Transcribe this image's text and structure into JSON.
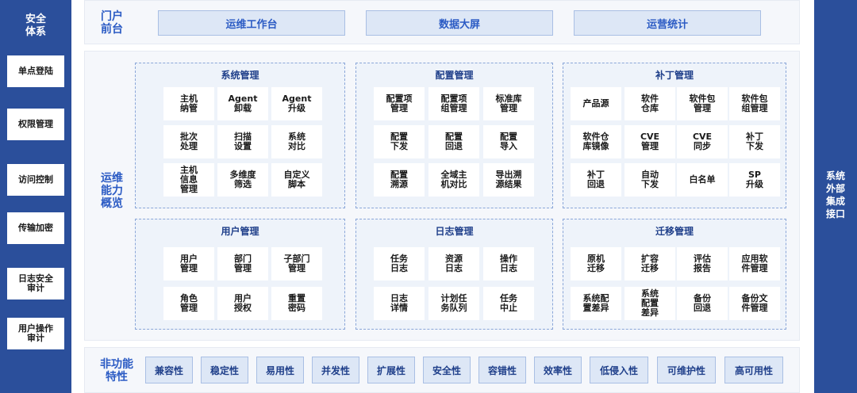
{
  "left": {
    "title": "安全\n体系",
    "items": [
      "单点登陆",
      "权限管理",
      "访问控制",
      "传输加密",
      "日志安全\n审计",
      "用户操作\n审计"
    ]
  },
  "right": {
    "title": "系统\n外部\n集成\n接口"
  },
  "portal": {
    "label": "门户\n前台",
    "buttons": [
      "运维工作台",
      "数据大屏",
      "运营统计"
    ]
  },
  "ops": {
    "label": "运维\n能力\n概览",
    "modules": [
      {
        "title": "系统管理",
        "cells": [
          "主机\n纳管",
          "Agent\n卸载",
          "Agent\n升级",
          "批次\n处理",
          "扫描\n设置",
          "系统\n对比",
          "主机\n信息\n管理",
          "多维度\n筛选",
          "自定义\n脚本"
        ]
      },
      {
        "title": "配置管理",
        "cells": [
          "配置项\n管理",
          "配置项\n组管理",
          "标准库\n管理",
          "配置\n下发",
          "配置\n回退",
          "配置\n导入",
          "配置\n溯源",
          "全域主\n机对比",
          "导出溯\n源结果"
        ]
      },
      {
        "title": "补丁管理",
        "cells": [
          "产品源",
          "软件\n仓库",
          "软件包\n管理",
          "软件包\n组管理",
          "软件仓\n库镜像",
          "CVE\n管理",
          "CVE\n同步",
          "补丁\n下发",
          "补丁\n回退",
          "自动\n下发",
          "白名单",
          "SP\n升级"
        ]
      },
      {
        "title": "用户管理",
        "cells": [
          "用户\n管理",
          "部门\n管理",
          "子部门\n管理",
          "角色\n管理",
          "用户\n授权",
          "重置\n密码"
        ]
      },
      {
        "title": "日志管理",
        "cells": [
          "任务\n日志",
          "资源\n日志",
          "操作\n日志",
          "日志\n详情",
          "计划任\n务队列",
          "任务\n中止"
        ]
      },
      {
        "title": "迁移管理",
        "cells": [
          "原机\n迁移",
          "扩容\n迁移",
          "评估\n报告",
          "应用软\n件管理",
          "系统配\n置差异",
          "系统\n配置\n差异",
          "备份\n回退",
          "备份文\n件管理"
        ]
      }
    ]
  },
  "nonfunctional": {
    "label": "非功能\n特性",
    "items": [
      "兼容性",
      "稳定性",
      "易用性",
      "并发性",
      "扩展性",
      "安全性",
      "容错性",
      "效率性",
      "低侵入性",
      "可维护性",
      "高可用性"
    ]
  }
}
